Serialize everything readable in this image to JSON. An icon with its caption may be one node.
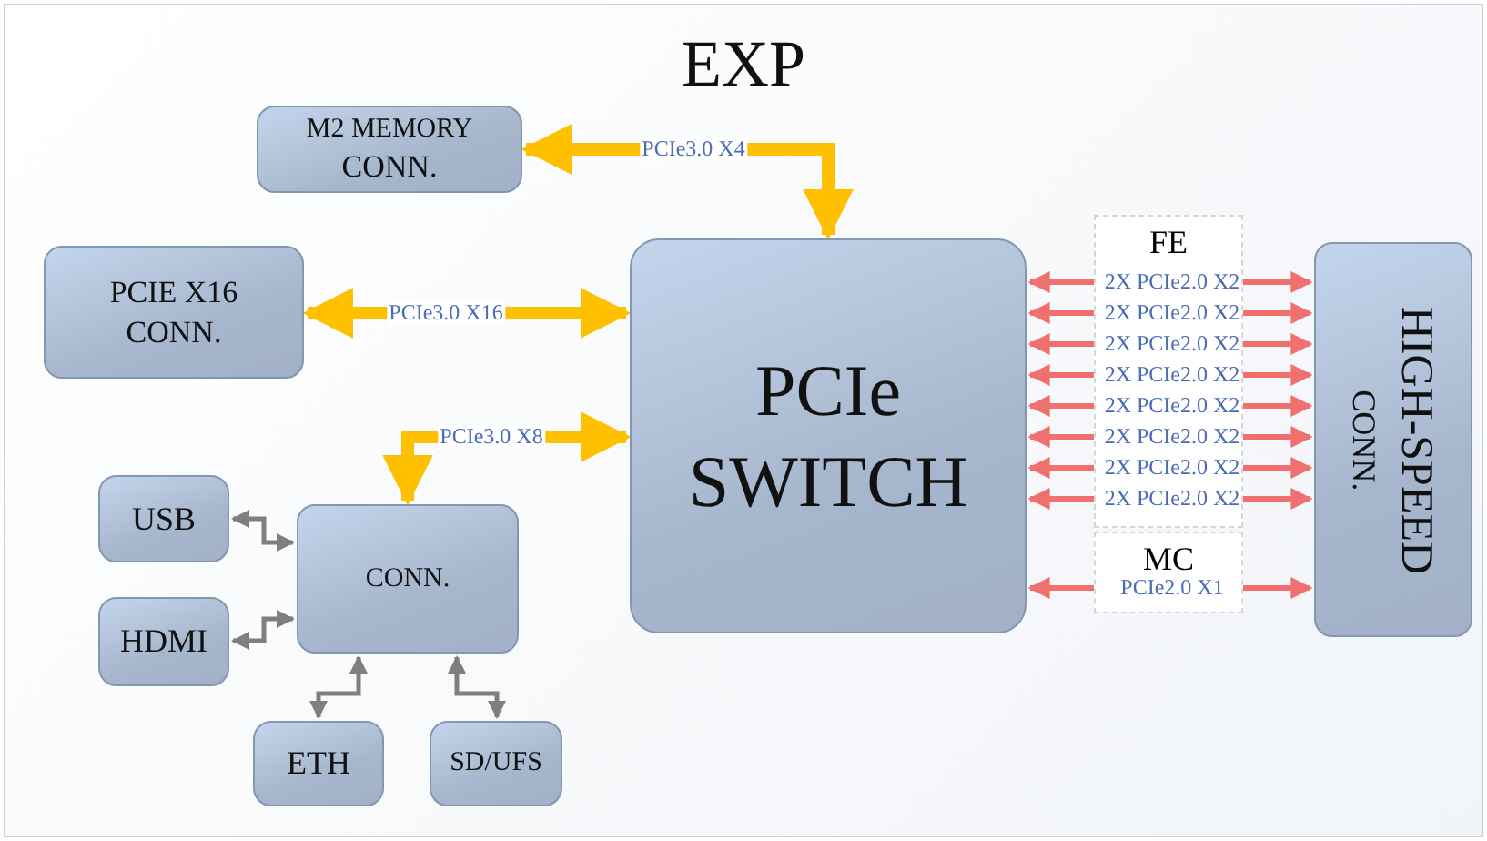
{
  "diagram": {
    "title": "EXP",
    "nodes": [
      {
        "text": [
          "M2 MEMORY",
          "CONN."
        ]
      },
      {
        "text": [
          "PCIE X16",
          "CONN."
        ]
      },
      {
        "text": [
          "PCIe",
          "SWITCH"
        ]
      },
      {
        "text": [
          "CONN."
        ]
      },
      {
        "text": [
          "USB"
        ]
      },
      {
        "text": [
          "HDMI"
        ]
      },
      {
        "text": [
          "ETH"
        ]
      },
      {
        "text": [
          "SD/UFS"
        ]
      },
      {
        "text": [
          "HIGH-SPEED",
          "CONN."
        ]
      }
    ],
    "labels": [
      "FE",
      "MC"
    ],
    "edges": [
      {
        "from": 0,
        "to": 2,
        "arrow": "both",
        "label": "PCIe3.0 X4",
        "style": "thick",
        "color": "#ffc000"
      },
      {
        "from": 1,
        "to": 2,
        "arrow": "both",
        "label": "PCIe3.0 X16",
        "style": "thick",
        "color": "#ffc000"
      },
      {
        "from": 3,
        "to": 2,
        "arrow": "both",
        "label": "PCIe3.0 X8",
        "style": "thick",
        "color": "#ffc000"
      },
      {
        "from": 4,
        "to": 3,
        "arrow": "both",
        "color": "#7f7f7f"
      },
      {
        "from": 5,
        "to": 3,
        "arrow": "both",
        "color": "#7f7f7f"
      },
      {
        "from": 6,
        "to": 3,
        "arrow": "both",
        "color": "#7f7f7f"
      },
      {
        "from": 3,
        "to": 7,
        "arrow": "both",
        "color": "#7f7f7f"
      },
      {
        "from": 2,
        "to": 8,
        "arrow": "both",
        "label": "2X PCIe2.0 X2"
      },
      {
        "from": 2,
        "to": 8,
        "arrow": "both",
        "label": "2X PCIe2.0 X2"
      },
      {
        "from": 2,
        "to": 8,
        "arrow": "both",
        "label": "2X PCIe2.0 X2"
      },
      {
        "from": 2,
        "to": 8,
        "arrow": "both",
        "label": "2X PCIe2.0 X2"
      },
      {
        "from": 2,
        "to": 8,
        "arrow": "both",
        "label": "2X PCIe2.0 X2"
      },
      {
        "from": 2,
        "to": 8,
        "arrow": "both",
        "label": "2X PCIe2.0 X2"
      },
      {
        "from": 2,
        "to": 8,
        "arrow": "both",
        "label": "2X PCIe2.0 X2"
      },
      {
        "from": 2,
        "to": 8,
        "arrow": "both",
        "label": "2X PCIe2.0 X2"
      },
      {
        "from": 2,
        "to": 8,
        "arrow": "both",
        "label": "PCIe2.0 X1"
      }
    ]
  }
}
